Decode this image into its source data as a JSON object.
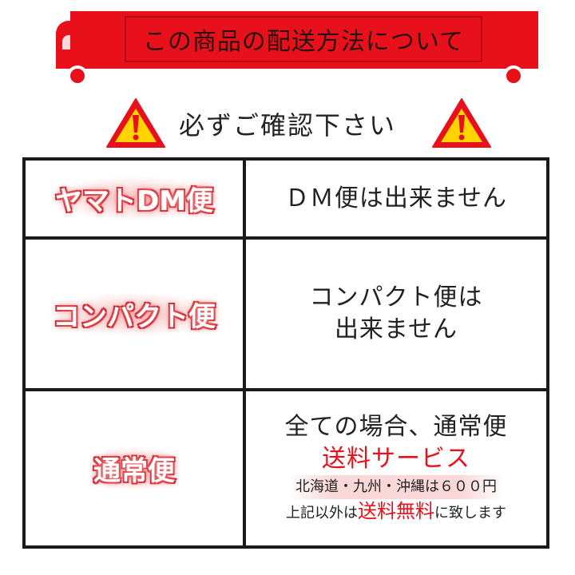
{
  "banner": {
    "title": "この商品の配送方法について"
  },
  "warning": {
    "text": "必ずご確認下さい"
  },
  "rows": [
    {
      "method": "ヤマトDM便",
      "note": "ＤＭ便は出来ません"
    },
    {
      "method": "コンパクト便",
      "note_line1": "コンパクト便は",
      "note_line2": "出来ません"
    },
    {
      "method": "通常便",
      "line1": "全ての場合、通常便",
      "line2": "送料サービス",
      "line3": "北海道・九州・沖縄は６００円",
      "line4_prefix": "上記以外は",
      "line4_red": "送料無料",
      "line4_suffix": "に致します"
    }
  ],
  "colors": {
    "accent": "#e8111b",
    "border": "#1a1a1a",
    "warning_yellow": "#ffd400"
  }
}
